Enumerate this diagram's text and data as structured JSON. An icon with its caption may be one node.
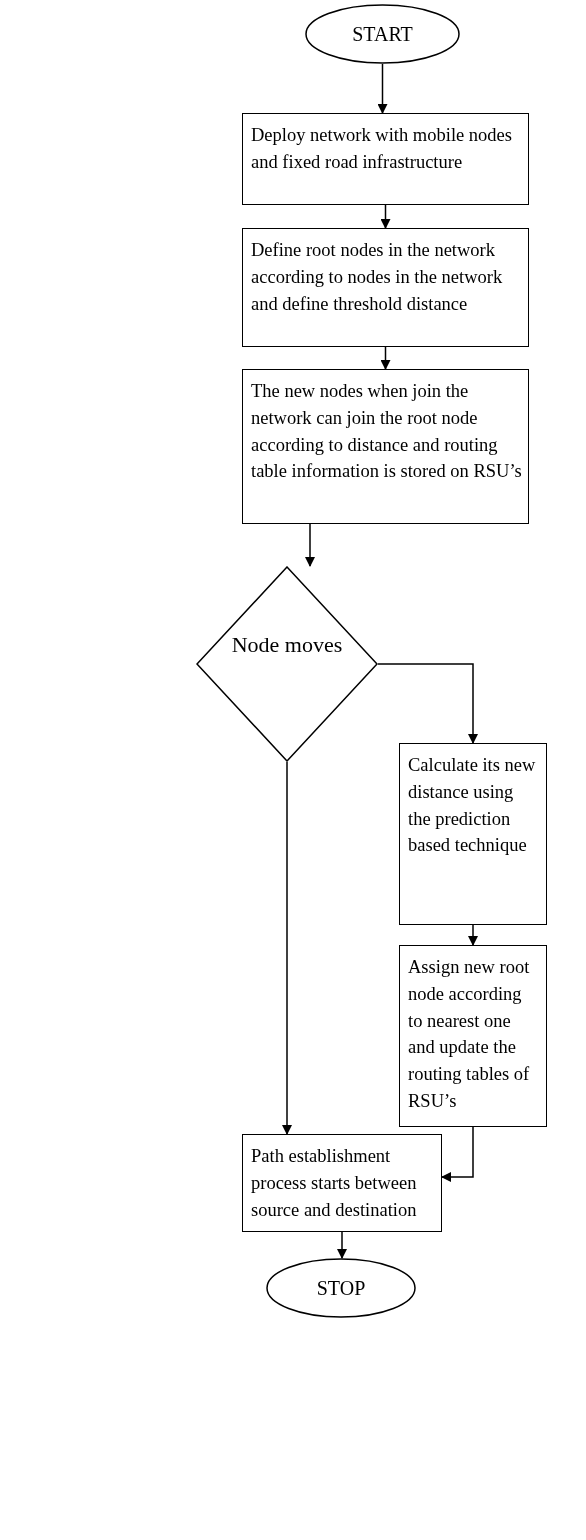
{
  "diagram": {
    "nodes": [
      {
        "text": [
          "START"
        ]
      },
      {
        "text": [
          "Deploy network with mobile nodes and fixed road infrastructure"
        ]
      },
      {
        "text": [
          "Define root nodes in the network according to nodes in the network and define threshold distance"
        ]
      },
      {
        "text": [
          "The new nodes when join the network can join the root node according to distance and routing table information is stored on RSU’s"
        ]
      },
      {
        "text": [
          "Node moves"
        ]
      },
      {
        "text": [
          "Calculate its new distance using the prediction based technique"
        ]
      },
      {
        "text": [
          "Assign new root node according to nearest one and update the routing tables of RSU’s"
        ]
      },
      {
        "text": [
          "Path establishment process starts between source and destination"
        ]
      },
      {
        "text": [
          "STOP"
        ]
      }
    ],
    "edges": [
      {
        "from": 0,
        "to": 1,
        "arrow": "to"
      },
      {
        "from": 1,
        "to": 2,
        "arrow": "to"
      },
      {
        "from": 2,
        "to": 3,
        "arrow": "to"
      },
      {
        "from": 3,
        "to": 4,
        "arrow": "to"
      },
      {
        "from": 4,
        "to": 5,
        "arrow": "to"
      },
      {
        "from": 5,
        "to": 6,
        "arrow": "to"
      },
      {
        "from": 6,
        "to": 7,
        "arrow": "to"
      },
      {
        "from": 4,
        "to": 7,
        "arrow": "to"
      },
      {
        "from": 7,
        "to": 8,
        "arrow": "to"
      }
    ]
  }
}
